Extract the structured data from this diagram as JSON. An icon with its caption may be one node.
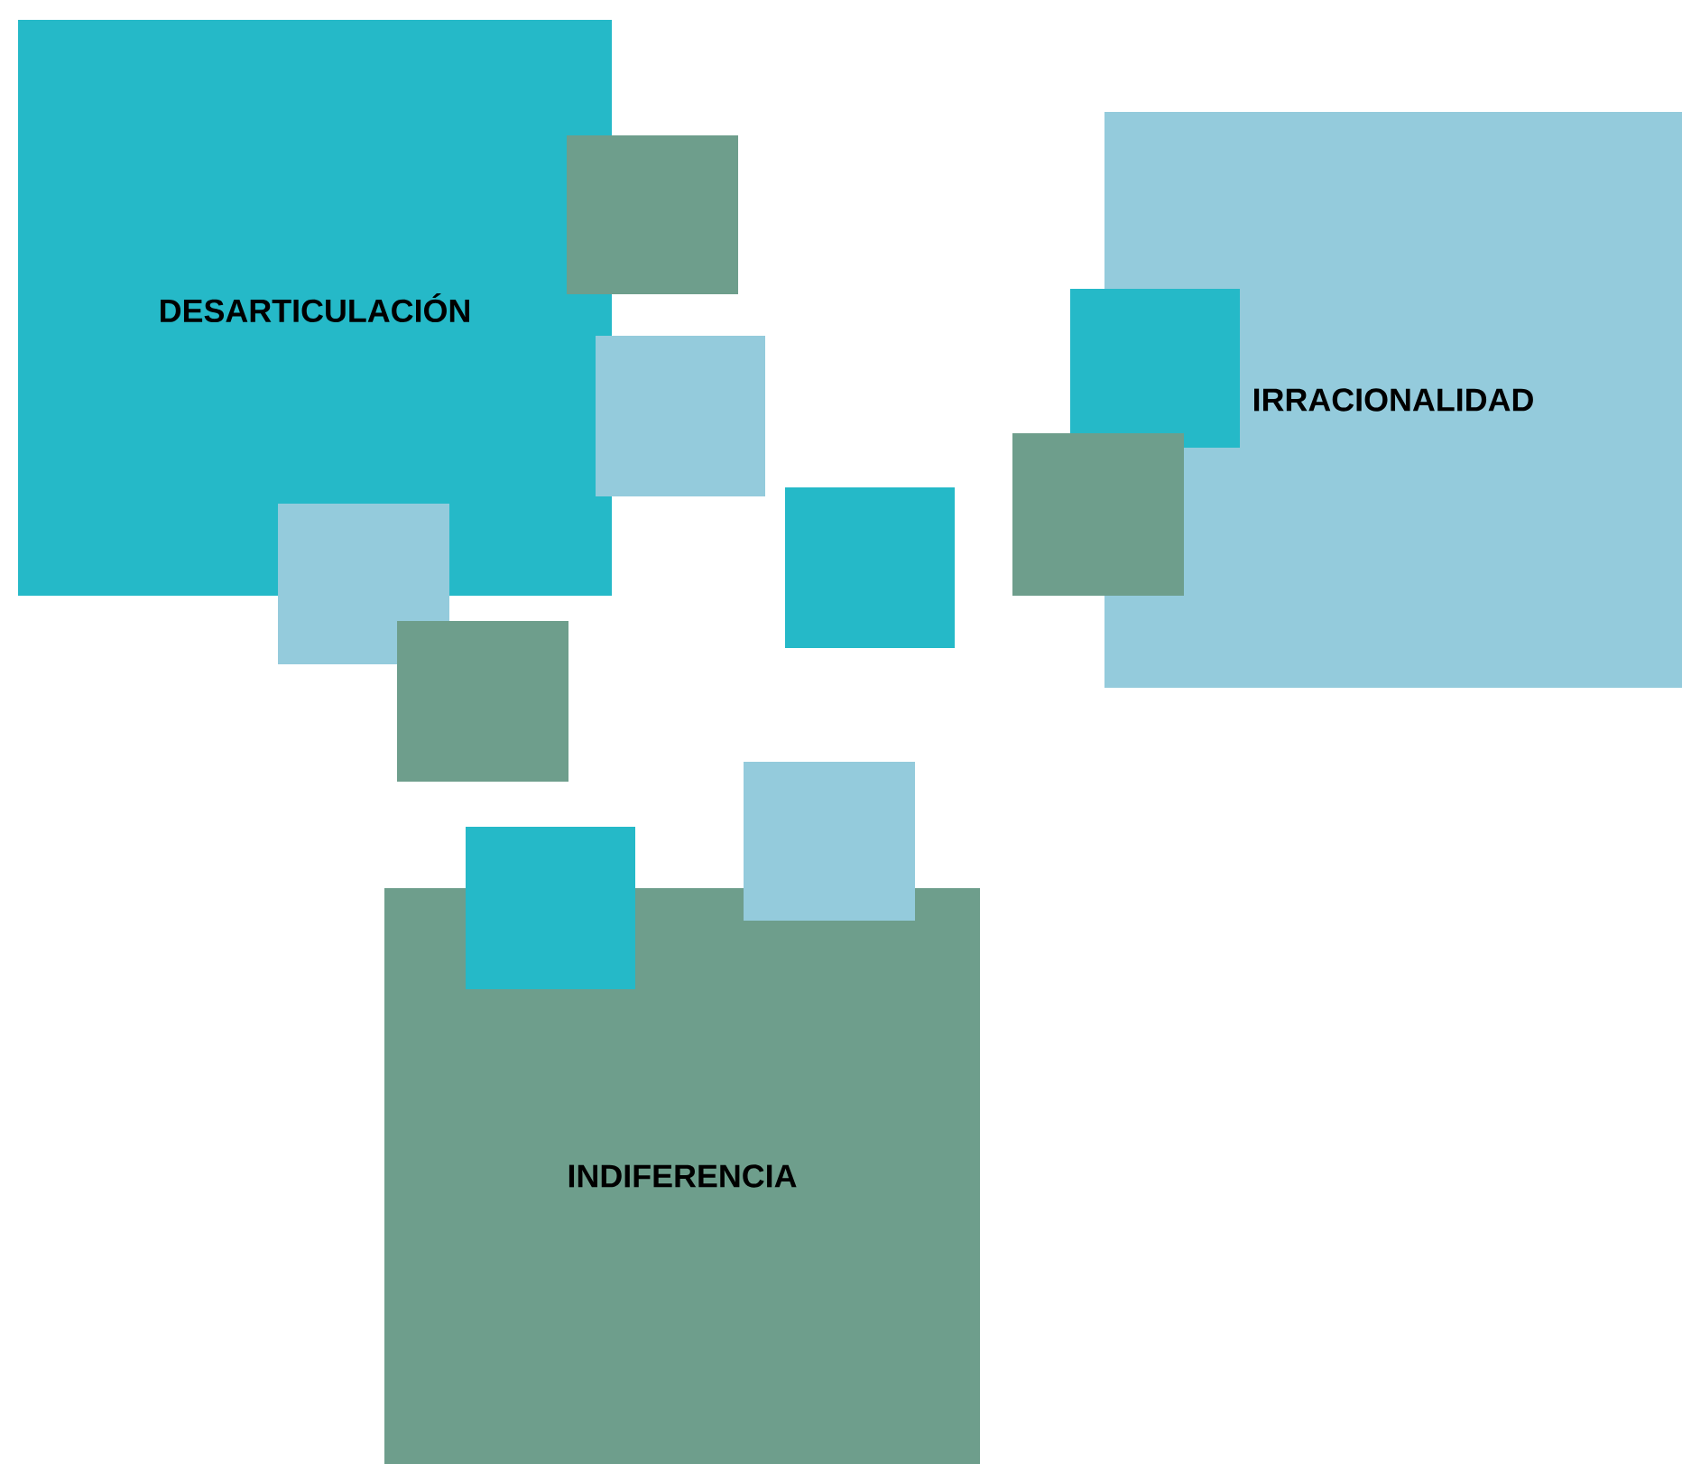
{
  "diagram": {
    "nodes": [
      {
        "text": [
          "DESARTICULACIÓN"
        ]
      },
      {
        "text": [
          "IRRACIONALIDAD"
        ]
      },
      {
        "text": [
          "INDIFERENCIA"
        ]
      },
      {
        "text": [],
        "shape": "box"
      },
      {
        "text": [],
        "shape": "box"
      },
      {
        "text": [],
        "shape": "box"
      },
      {
        "text": [],
        "shape": "box"
      },
      {
        "text": [],
        "shape": "box"
      },
      {
        "text": [],
        "shape": "box"
      },
      {
        "text": [],
        "shape": "box"
      },
      {
        "text": [],
        "shape": "box"
      },
      {
        "text": [],
        "shape": "box"
      }
    ]
  }
}
